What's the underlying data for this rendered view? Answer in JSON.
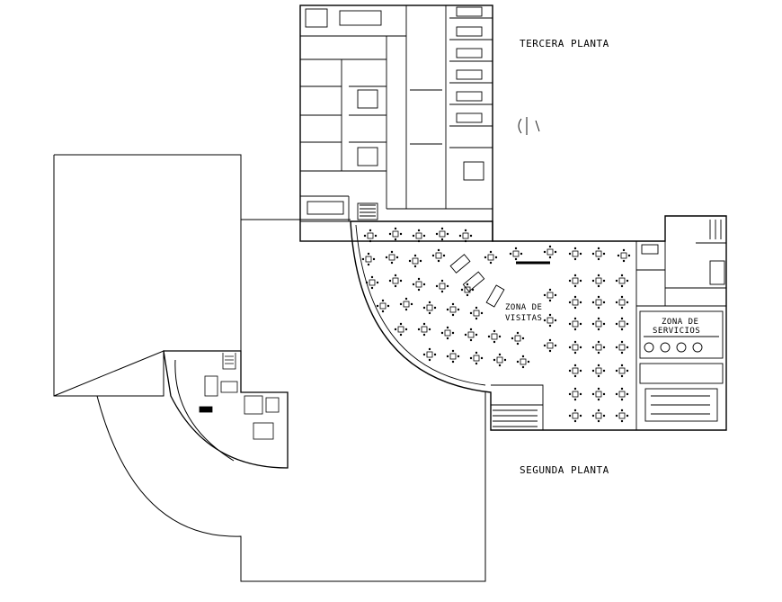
{
  "labels": {
    "third_floor": "TERCERA PLANTA",
    "second_floor": "SEGUNDA PLANTA",
    "visits_zone_line1": "ZONA DE",
    "visits_zone_line2": "VISITAS",
    "services_zone_line1": "ZONA DE",
    "services_zone_line2": "SERVICIOS"
  },
  "colors": {
    "line": "#000000",
    "background": "#ffffff"
  }
}
